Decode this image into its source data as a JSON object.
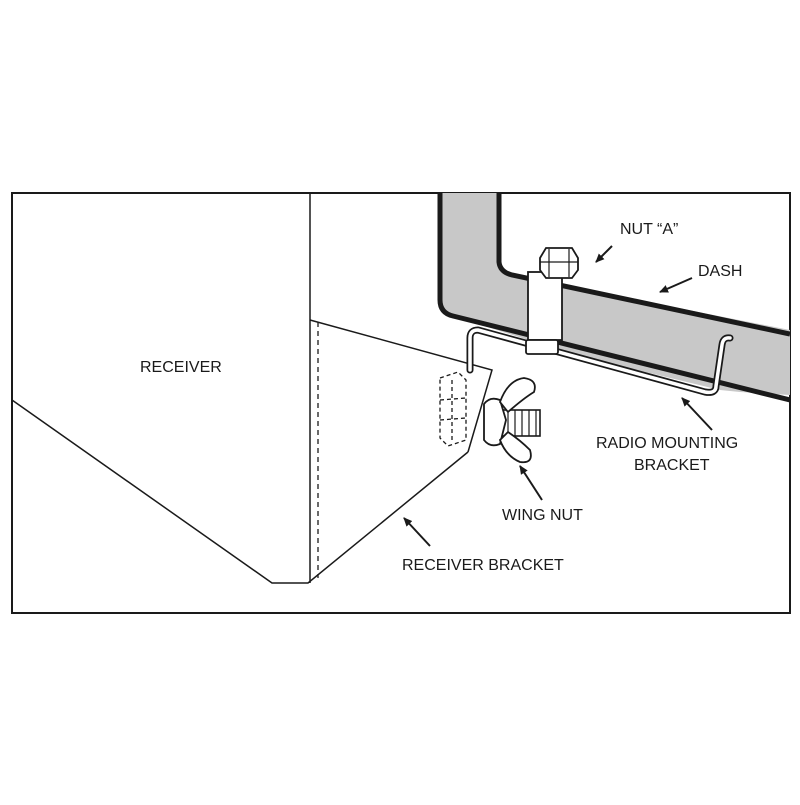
{
  "labels": {
    "receiver": "RECEIVER",
    "nut_a": "NUT “A”",
    "dash": "DASH",
    "radio_mounting_bracket_line1": "RADIO MOUNTING",
    "radio_mounting_bracket_line2": "BRACKET",
    "wing_nut": "WING NUT",
    "receiver_bracket": "RECEIVER BRACKET"
  },
  "colors": {
    "line": "#1a1a1a",
    "dash_fill": "#c8c8c8",
    "background": "#ffffff"
  }
}
